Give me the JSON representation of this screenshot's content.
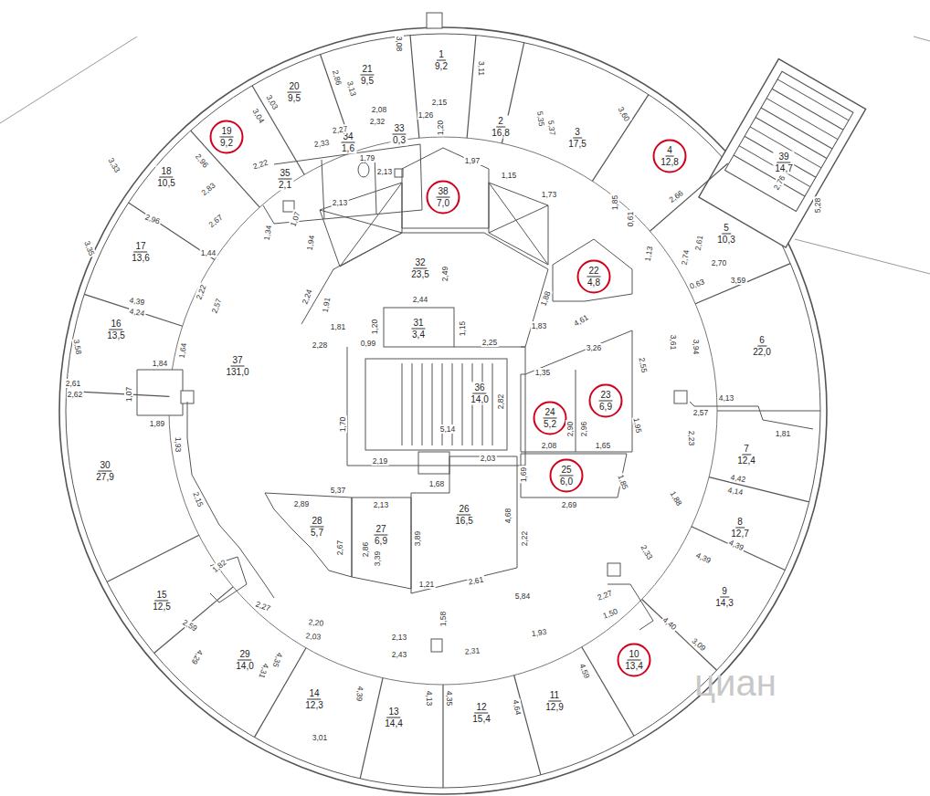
{
  "diagram": {
    "nodes": [
      {
        "text": [
          "1",
          "9,2"
        ]
      },
      {
        "text": [
          "21",
          "9,5"
        ]
      },
      {
        "text": [
          "20",
          "9,5"
        ]
      },
      {
        "text": [
          "2",
          "16,8"
        ]
      },
      {
        "text": [
          "3",
          "17,5"
        ]
      },
      {
        "text": [
          "19",
          "9,2"
        ]
      },
      {
        "text": [
          "34",
          "1,6"
        ]
      },
      {
        "text": [
          "33",
          "0,3"
        ]
      },
      {
        "text": [
          "4",
          "12,8"
        ]
      },
      {
        "text": [
          "39",
          "14,7"
        ]
      },
      {
        "text": [
          "18",
          "10,5"
        ]
      },
      {
        "text": [
          "35",
          "2,1"
        ]
      },
      {
        "text": [
          "38",
          "7,0"
        ]
      },
      {
        "text": [
          "5",
          "10,3"
        ]
      },
      {
        "text": [
          "17",
          "13,6"
        ]
      },
      {
        "text": [
          "32",
          "23,5"
        ]
      },
      {
        "text": [
          "22",
          "4,8"
        ]
      },
      {
        "text": [
          "16",
          "13,5"
        ]
      },
      {
        "text": [
          "31",
          "3,4"
        ]
      },
      {
        "text": [
          "6",
          "22,0"
        ]
      },
      {
        "text": [
          "37",
          "131,0"
        ]
      },
      {
        "text": [
          "36",
          "14,0"
        ]
      },
      {
        "text": [
          "23",
          "6,9"
        ]
      },
      {
        "text": [
          "24",
          "5,2"
        ]
      },
      {
        "text": [
          "7",
          "12,4"
        ]
      },
      {
        "text": [
          "30",
          "27,9"
        ]
      },
      {
        "text": [
          "25",
          "6,0"
        ]
      },
      {
        "text": [
          "26",
          "16,5"
        ]
      },
      {
        "text": [
          "28",
          "5,7"
        ]
      },
      {
        "text": [
          "27",
          "6,9"
        ]
      },
      {
        "text": [
          "8",
          "12,7"
        ]
      },
      {
        "text": [
          "9",
          "14,3"
        ]
      },
      {
        "text": [
          "15",
          "12,5"
        ]
      },
      {
        "text": [
          "10",
          "13,4"
        ]
      },
      {
        "text": [
          "29",
          "14,0"
        ]
      },
      {
        "text": [
          "14",
          "12,3"
        ]
      },
      {
        "text": [
          "11",
          "12,9"
        ]
      },
      {
        "text": [
          "12",
          "15,4"
        ]
      },
      {
        "text": [
          "13",
          "14,4"
        ]
      }
    ],
    "labels": [
      "3,11",
      "3,08",
      "2,86",
      "3,13",
      "3,03",
      "3,04",
      "2,08",
      "2,27",
      "2,32",
      "2,15",
      "1,26",
      "1,20",
      "2,33",
      "2,22",
      "1,79",
      "2,13",
      "2,13",
      "1,97",
      "1,15",
      "5,35",
      "5,37",
      "3,60",
      "1,73",
      "1,85",
      "0,61",
      "2,66",
      "1,13",
      "2,61",
      "2,74",
      "2,70",
      "3,59",
      "0,63",
      "5,28",
      "2,76",
      "3,61",
      "3,94",
      "4,13",
      "2,57",
      "1,81",
      "2,23",
      "4,42",
      "4,14",
      "1,88",
      "4,39",
      "4,39",
      "2,33",
      "4,40",
      "3,09",
      "2,27",
      "1,50",
      "4,59",
      "1,93",
      "2,31",
      "5,84",
      "4,64",
      "4,35",
      "4,13",
      "2,43",
      "2,13",
      "1,58",
      "4,39",
      "2,20",
      "2,03",
      "3,01",
      "4,35",
      "4,31",
      "2,27",
      "4,29",
      "2,59",
      "1,82",
      "2,15",
      "1,93",
      "1,89",
      "1,07",
      "2,61",
      "2,62",
      "1,84",
      "1,64",
      "3,58",
      "4,39",
      "4,24",
      "2,22",
      "2,57",
      "1,44",
      "3,35",
      "2,96",
      "2,83",
      "2,67",
      "3,33",
      "2,96",
      "1,34",
      "1,07",
      "1,94",
      "2,24",
      "1,91",
      "1,81",
      "2,28",
      "0,99",
      "1,20",
      "2,44",
      "2,49",
      "1,15",
      "2,25",
      "1,83",
      "1,88",
      "4,61",
      "3,26",
      "2,55",
      "1,35",
      "2,90",
      "2,96",
      "2,82",
      "1,95",
      "2,08",
      "1,65",
      "1,85",
      "2,69",
      "1,69",
      "2,03",
      "1,70",
      "2,19",
      "5,14",
      "1,68",
      "4,68",
      "2,22",
      "5,37",
      "2,89",
      "2,13",
      "2,67",
      "2,86",
      "3,39",
      "3,89",
      "1,21",
      "2,61",
      "циан"
    ]
  }
}
